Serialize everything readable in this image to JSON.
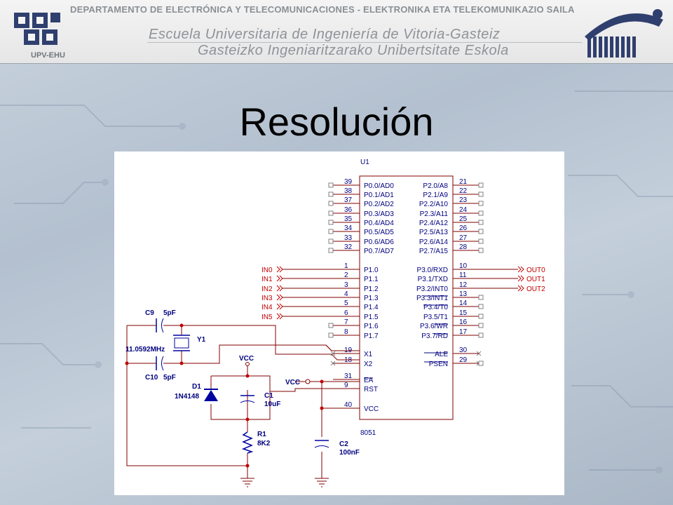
{
  "header": {
    "department": "DEPARTAMENTO DE ELECTRÓNICA Y TELECOMUNICACIONES - ELEKTRONIKA ETA TELEKOMUNIKAZIO SAILA",
    "school_es": "Escuela Universitaria de Ingeniería de Vitoria-Gasteiz",
    "school_eu": "Gasteizko Ingeniaritzarako Unibertsitate Eskola",
    "logo_text": "UPV-EHU"
  },
  "slide": {
    "title": "Resolución"
  },
  "schematic": {
    "chip": {
      "ref": "U1",
      "part": "8051"
    },
    "left_pins": [
      {
        "num": "39",
        "name": "P0.0/AD0"
      },
      {
        "num": "38",
        "name": "P0.1/AD1"
      },
      {
        "num": "37",
        "name": "P0.2/AD2"
      },
      {
        "num": "36",
        "name": "P0.3/AD3"
      },
      {
        "num": "35",
        "name": "P0.4/AD4"
      },
      {
        "num": "34",
        "name": "P0.5/AD5"
      },
      {
        "num": "33",
        "name": "P0.6/AD6"
      },
      {
        "num": "32",
        "name": "P0.7/AD7"
      },
      {
        "num": "1",
        "name": "P1.0"
      },
      {
        "num": "2",
        "name": "P1.1"
      },
      {
        "num": "3",
        "name": "P1.2"
      },
      {
        "num": "4",
        "name": "P1.3"
      },
      {
        "num": "5",
        "name": "P1.4"
      },
      {
        "num": "6",
        "name": "P1.5"
      },
      {
        "num": "7",
        "name": "P1.6"
      },
      {
        "num": "8",
        "name": "P1.7"
      },
      {
        "num": "19",
        "name": "X1"
      },
      {
        "num": "18",
        "name": "X2"
      },
      {
        "num": "31",
        "name": "EA"
      },
      {
        "num": "9",
        "name": "RST"
      },
      {
        "num": "40",
        "name": "VCC"
      }
    ],
    "right_pins": [
      {
        "num": "21",
        "name": "P2.0/A8"
      },
      {
        "num": "22",
        "name": "P2.1/A9"
      },
      {
        "num": "23",
        "name": "P2.2/A10"
      },
      {
        "num": "24",
        "name": "P2.3/A11"
      },
      {
        "num": "25",
        "name": "P2.4/A12"
      },
      {
        "num": "26",
        "name": "P2.5/A13"
      },
      {
        "num": "27",
        "name": "P2.6/A14"
      },
      {
        "num": "28",
        "name": "P2.7/A15"
      },
      {
        "num": "10",
        "name": "P3.0/RXD"
      },
      {
        "num": "11",
        "name": "P3.1/TXD"
      },
      {
        "num": "12",
        "name": "P3.2/INT0"
      },
      {
        "num": "13",
        "name": "P3.3/INT1"
      },
      {
        "num": "14",
        "name": "P3.4/T0"
      },
      {
        "num": "15",
        "name": "P3.5/T1"
      },
      {
        "num": "16",
        "name": "P3.6/WR"
      },
      {
        "num": "17",
        "name": "P3.7/RD"
      },
      {
        "num": "30",
        "name": "ALE"
      },
      {
        "num": "29",
        "name": "PSEN"
      }
    ],
    "inputs": [
      "IN0",
      "IN1",
      "IN2",
      "IN3",
      "IN4",
      "IN5"
    ],
    "outputs": [
      "OUT0",
      "OUT1",
      "OUT2"
    ],
    "components": {
      "c9_ref": "C9",
      "c9_val": "5pF",
      "c10_ref": "C10",
      "c10_val": "5pF",
      "y1_ref": "Y1",
      "y1_val": "11.0592MHz",
      "d1_ref": "D1",
      "d1_val": "1N4148",
      "c1_ref": "C1",
      "c1_val": "10uF",
      "r1_ref": "R1",
      "r1_val": "8K2",
      "c2_ref": "C2",
      "c2_val": "100nF",
      "vcc1": "VCC",
      "vcc2": "VCC"
    }
  }
}
